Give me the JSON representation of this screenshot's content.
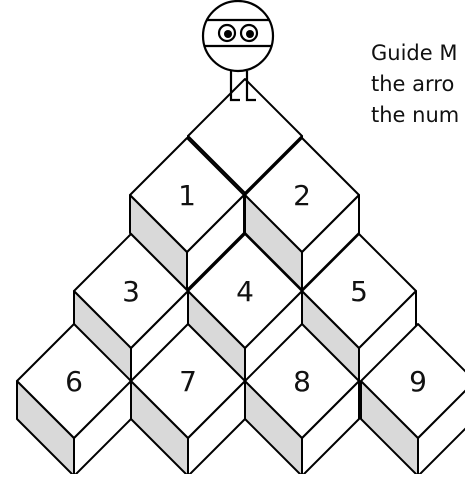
{
  "board": {
    "colors": {
      "top_face": "#ffffff",
      "left_face": "#d9d9d9",
      "right_face": "#ffffff",
      "outline": "#000000"
    },
    "start_cube": {
      "label": ""
    },
    "cubes": [
      {
        "label": "1"
      },
      {
        "label": "2"
      },
      {
        "label": "3"
      },
      {
        "label": "4"
      },
      {
        "label": "5"
      },
      {
        "label": "6"
      },
      {
        "label": "7"
      },
      {
        "label": "8"
      },
      {
        "label": "9"
      }
    ]
  },
  "character": {
    "icon": "robot-character-icon",
    "colors": {
      "body": "#ffffff",
      "outline": "#000000",
      "eye": "#000000"
    }
  },
  "caption": {
    "lines": [
      "Guide M",
      "the arro",
      "the num"
    ]
  }
}
